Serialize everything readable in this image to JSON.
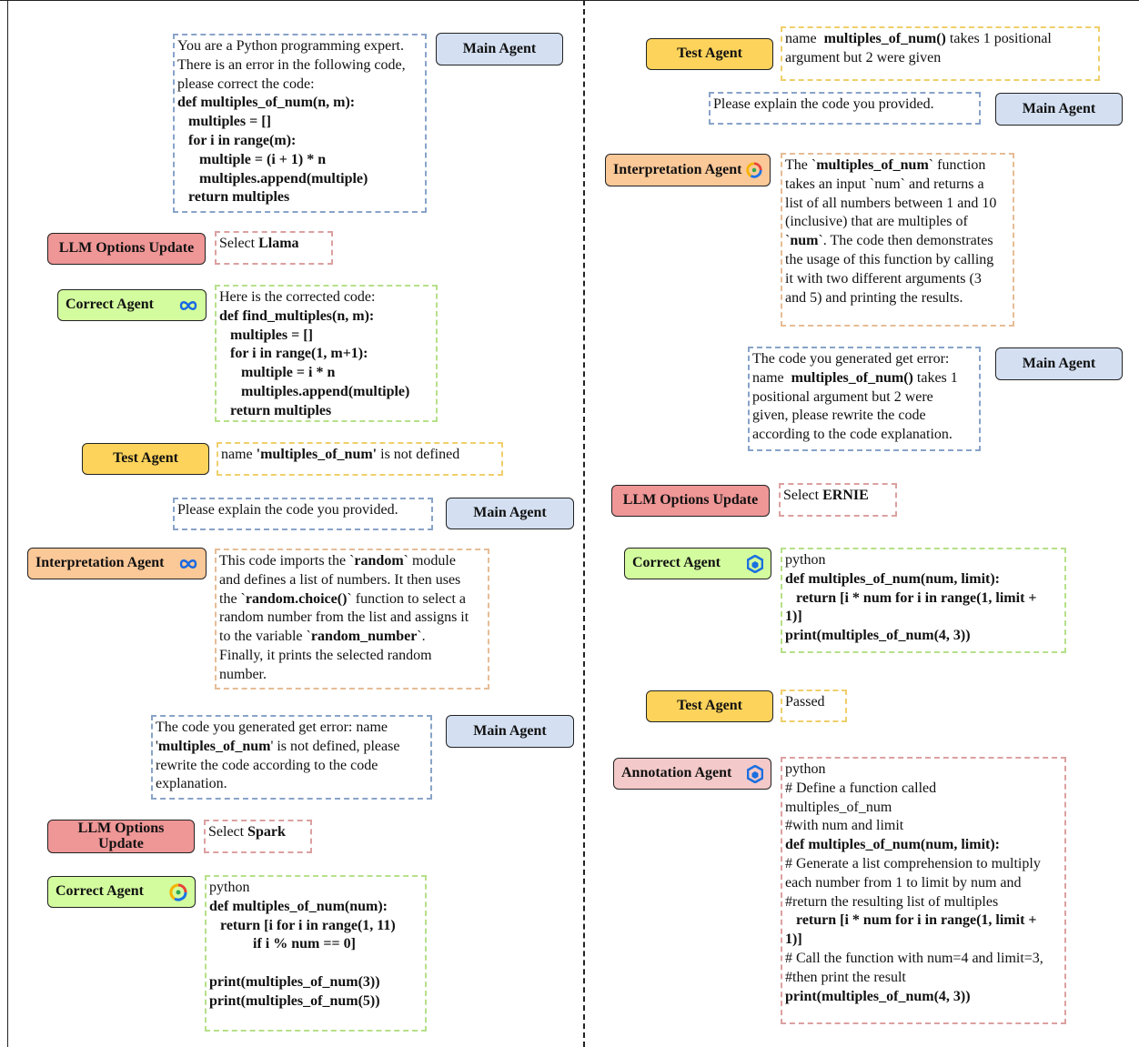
{
  "colors": {
    "main_agent": "#d4e0f2",
    "test_agent": "#fdd35b",
    "llm_update": "#ef9696",
    "correct_agent": "#d3fc9e",
    "interpretation_agent": "#fbc898",
    "annotation_agent": "#f4c9c9"
  },
  "icons": {
    "llama": "meta-infinity-icon",
    "spark": "spark-icon",
    "ernie": "ernie-cube-icon"
  },
  "left": {
    "main1": {
      "label": "Main Agent",
      "lines": [
        [
          {
            "t": "You are a Python programming expert."
          }
        ],
        [
          {
            "t": "There is an error in the following code,"
          }
        ],
        [
          {
            "t": "please correct the code:"
          }
        ],
        [
          {
            "t": "def multiples_of_num(n, m):",
            "b": true
          }
        ],
        [
          {
            "t": "   multiples = []",
            "b": true
          }
        ],
        [
          {
            "t": "   for i in range(m):",
            "b": true
          }
        ],
        [
          {
            "t": "      multiple = (i + 1) * n",
            "b": true
          }
        ],
        [
          {
            "t": "      multiples.append(multiple)",
            "b": true
          }
        ],
        [
          {
            "t": "   return multiples",
            "b": true
          }
        ]
      ]
    },
    "llm1": {
      "label": "LLM Options Update",
      "lines": [
        [
          {
            "t": "Select "
          },
          {
            "t": "Llama",
            "b": true
          }
        ]
      ]
    },
    "correct1": {
      "label": "Correct Agent",
      "lines": [
        [
          {
            "t": "Here is the corrected code:"
          }
        ],
        [
          {
            "t": "def find_multiples(n, m):",
            "b": true
          }
        ],
        [
          {
            "t": "   multiples = []",
            "b": true
          }
        ],
        [
          {
            "t": "   for i in range(1, m+1):",
            "b": true
          }
        ],
        [
          {
            "t": "      multiple = i * n",
            "b": true
          }
        ],
        [
          {
            "t": "      multiples.append(multiple)",
            "b": true
          }
        ],
        [
          {
            "t": "   return multiples",
            "b": true
          }
        ]
      ]
    },
    "test1": {
      "label": "Test Agent",
      "lines": [
        [
          {
            "t": "name "
          },
          {
            "t": "'multiples_of_num'",
            "b": true
          },
          {
            "t": " is not defined"
          }
        ]
      ]
    },
    "main2": {
      "label": "Main Agent",
      "lines": [
        [
          {
            "t": "Please explain the code you provided."
          }
        ]
      ]
    },
    "interp1": {
      "label": "Interpretation Agent",
      "lines": [
        [
          {
            "t": "This code imports the `"
          },
          {
            "t": "random",
            "b": true
          },
          {
            "t": "` module"
          }
        ],
        [
          {
            "t": "and defines a list of numbers. It then uses"
          }
        ],
        [
          {
            "t": "the `"
          },
          {
            "t": "random.choice()",
            "b": true
          },
          {
            "t": "` function to select a"
          }
        ],
        [
          {
            "t": "random number from the list and assigns it"
          }
        ],
        [
          {
            "t": "to the variable `"
          },
          {
            "t": "random_number",
            "b": true
          },
          {
            "t": "`."
          }
        ],
        [
          {
            "t": "Finally, it prints the selected random"
          }
        ],
        [
          {
            "t": "number."
          }
        ]
      ]
    },
    "main3": {
      "label": "Main Agent",
      "lines": [
        [
          {
            "t": "The code you generated get error: name"
          }
        ],
        [
          {
            "t": "'"
          },
          {
            "t": "multiples_of_num",
            "b": true
          },
          {
            "t": "' is not defined, please"
          }
        ],
        [
          {
            "t": "rewrite the code according to the code"
          }
        ],
        [
          {
            "t": "explanation."
          }
        ]
      ]
    },
    "llm2": {
      "label": "LLM Options Update",
      "lines": [
        [
          {
            "t": "Select "
          },
          {
            "t": "Spark",
            "b": true
          }
        ]
      ]
    },
    "correct2": {
      "label": "Correct Agent",
      "lines": [
        [
          {
            "t": "python"
          }
        ],
        [
          {
            "t": "def multiples_of_num(num):",
            "b": true
          }
        ],
        [
          {
            "t": "   return [i for i in range(1, 11)",
            "b": true
          }
        ],
        [
          {
            "t": "            if i % num == 0]",
            "b": true
          }
        ],
        [
          {
            "t": " "
          }
        ],
        [
          {
            "t": "print(multiples_of_num(3))",
            "b": true
          }
        ],
        [
          {
            "t": "print(multiples_of_num(5))",
            "b": true
          }
        ]
      ]
    }
  },
  "right": {
    "test1": {
      "label": "Test Agent",
      "lines": [
        [
          {
            "t": "name  "
          },
          {
            "t": "multiples_of_num()",
            "b": true
          },
          {
            "t": " takes 1 positional"
          }
        ],
        [
          {
            "t": "argument but 2 were given"
          }
        ]
      ]
    },
    "main1": {
      "label": "Main Agent",
      "lines": [
        [
          {
            "t": "Please explain the code you provided."
          }
        ]
      ]
    },
    "interp1": {
      "label": "Interpretation Agent",
      "lines": [
        [
          {
            "t": "The `"
          },
          {
            "t": "multiples_of_num",
            "b": true
          },
          {
            "t": "` function"
          }
        ],
        [
          {
            "t": "takes an input `num` and returns a"
          }
        ],
        [
          {
            "t": "list of all numbers between 1 and 10"
          }
        ],
        [
          {
            "t": "(inclusive) that are multiples of"
          }
        ],
        [
          {
            "t": "`"
          },
          {
            "t": "num",
            "b": true
          },
          {
            "t": "`. The code then demonstrates"
          }
        ],
        [
          {
            "t": "the usage of this function by calling"
          }
        ],
        [
          {
            "t": "it with two different arguments (3"
          }
        ],
        [
          {
            "t": "and 5) and printing the results."
          }
        ]
      ]
    },
    "main2": {
      "label": "Main Agent",
      "lines": [
        [
          {
            "t": "The code you generated get error:"
          }
        ],
        [
          {
            "t": "name  "
          },
          {
            "t": "multiples_of_num()",
            "b": true
          },
          {
            "t": " takes 1"
          }
        ],
        [
          {
            "t": "positional argument but 2 were"
          }
        ],
        [
          {
            "t": "given, please rewrite the code"
          }
        ],
        [
          {
            "t": "according to the code explanation."
          }
        ]
      ]
    },
    "llm1": {
      "label": "LLM Options Update",
      "lines": [
        [
          {
            "t": "Select "
          },
          {
            "t": "ERNIE",
            "b": true
          }
        ]
      ]
    },
    "correct1": {
      "label": "Correct Agent",
      "lines": [
        [
          {
            "t": "python"
          }
        ],
        [
          {
            "t": "def multiples_of_num(num, limit):",
            "b": true
          }
        ],
        [
          {
            "t": "   return [i * num for i in range(1, limit +",
            "b": true
          }
        ],
        [
          {
            "t": "1)]",
            "b": true
          }
        ],
        [
          {
            "t": "print(multiples_of_num(4, 3))",
            "b": true
          }
        ]
      ]
    },
    "test2": {
      "label": "Test Agent",
      "lines": [
        [
          {
            "t": "Passed"
          }
        ]
      ]
    },
    "annot1": {
      "label": "Annotation Agent",
      "lines": [
        [
          {
            "t": "python"
          }
        ],
        [
          {
            "t": "# Define a function called"
          }
        ],
        [
          {
            "t": "multiples_of_num"
          }
        ],
        [
          {
            "t": "#with num and limit"
          }
        ],
        [
          {
            "t": "def multiples_of_num(num, limit):",
            "b": true
          }
        ],
        [
          {
            "t": "# Generate a list comprehension to multiply"
          }
        ],
        [
          {
            "t": "each number from 1 to limit by num and"
          }
        ],
        [
          {
            "t": "#return the resulting list of multiples"
          }
        ],
        [
          {
            "t": "   return [i * num for i in range(1, limit +",
            "b": true
          }
        ],
        [
          {
            "t": "1)]",
            "b": true
          }
        ],
        [
          {
            "t": "# Call the function with num=4 and limit=3,"
          }
        ],
        [
          {
            "t": "#then print the result"
          }
        ],
        [
          {
            "t": "print(multiples_of_num(4, 3))",
            "b": true
          }
        ]
      ]
    }
  }
}
